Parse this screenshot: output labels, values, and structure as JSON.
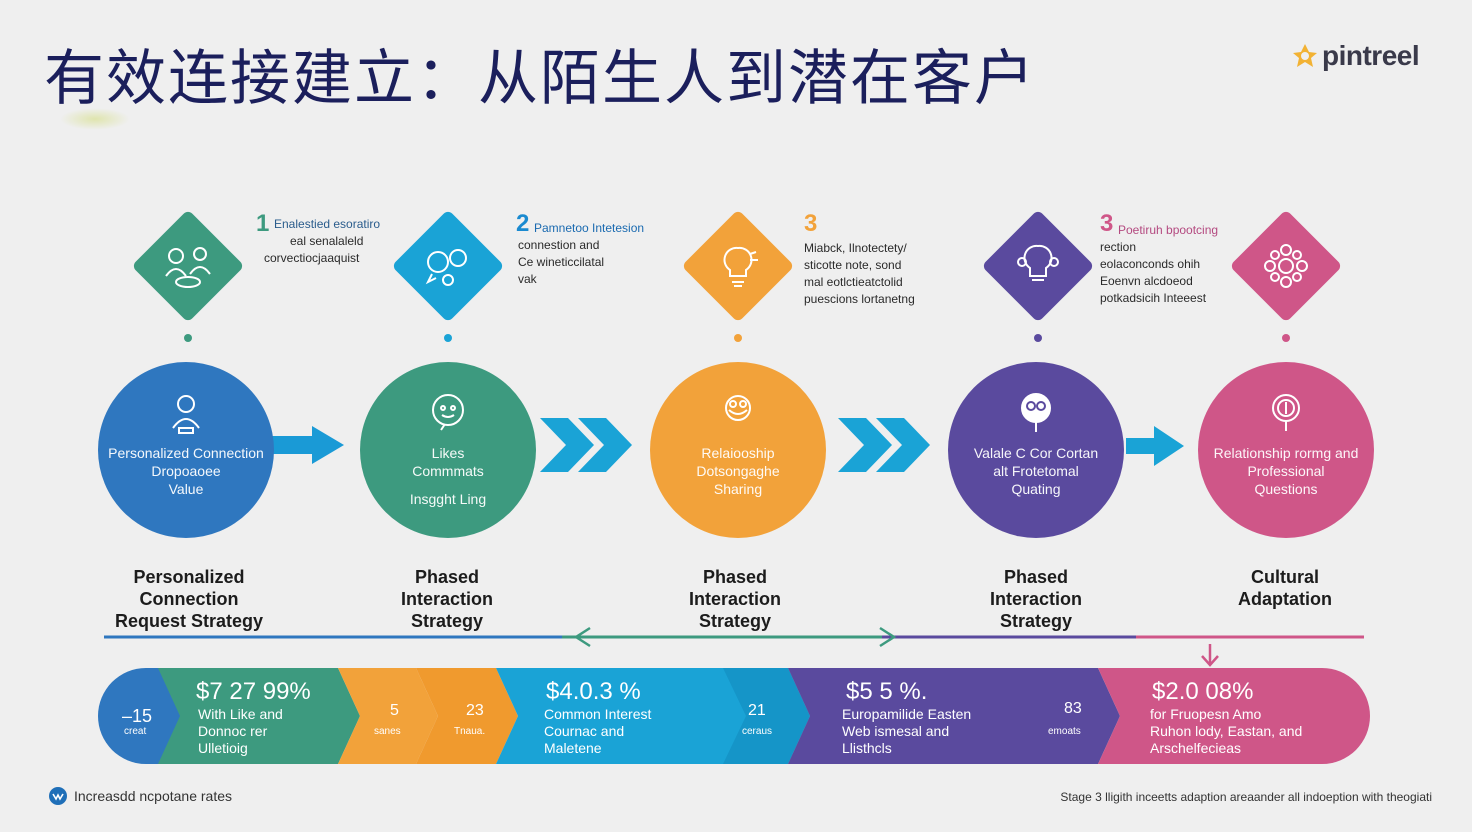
{
  "header": {
    "title": "有效连接建立：从陌生人到潜在客户",
    "logo_text": "pintreel"
  },
  "colors": {
    "blue": "#2f77bf",
    "green": "#3d9a7f",
    "cyan": "#1aa3d6",
    "orange": "#f2a23a",
    "purple": "#5a4a9e",
    "pink": "#cf5688",
    "title": "#1b1f5c"
  },
  "steps": [
    {
      "num": "1",
      "lines": [
        "Enalestied esoratiro",
        "eal senalaleld",
        "corvectiocjaaquist"
      ]
    },
    {
      "num": "2",
      "lines": [
        "Pamnetoo Intetesion",
        "connestion and",
        "Ce wineticcilatal",
        "vak"
      ]
    },
    {
      "num": "3",
      "lines": [
        "Miabck, Ilnotectety/",
        "sticotte note, sond",
        "mal eotlctieatctolid",
        "puescions lortanetng"
      ]
    },
    {
      "num": "3",
      "lines": [
        "Poetiruh bpootcing",
        "rection",
        "eolaconconds ohih",
        "Eoenvn alcdoeod",
        "potkadsicih Inteeest"
      ]
    }
  ],
  "circles": [
    {
      "lines": [
        "Personalized Connection",
        "Dropoaoee",
        "Value"
      ]
    },
    {
      "lines": [
        "Likes",
        "Commmats",
        "Insgght Ling"
      ]
    },
    {
      "lines": [
        "Relaiooship",
        "Dotsongaghe",
        "Sharing"
      ]
    },
    {
      "lines": [
        "Valale C Cor Cortan",
        "alt Frotetomal",
        "Quating"
      ]
    },
    {
      "lines": [
        "Relationship rormg and",
        "Professional",
        "Questions"
      ]
    }
  ],
  "strategies": [
    {
      "lines": [
        "Personalized",
        "Connection",
        "Request Strategy"
      ]
    },
    {
      "lines": [
        "Phased",
        "Interaction",
        "Strategy"
      ]
    },
    {
      "lines": [
        "Phased",
        "Interaction",
        "Strategy"
      ]
    },
    {
      "lines": [
        "Phased",
        "Interaction",
        "Strategy"
      ]
    },
    {
      "lines": [
        "Cultural",
        "Adaptation"
      ]
    }
  ],
  "band": {
    "seg1_top": "–15",
    "seg1_sub": "creat",
    "seg2_big": "$7 27 99%",
    "seg2_lines": [
      "With Like and",
      "Donnoc rer",
      "Ulletioig"
    ],
    "seg3_top": "5",
    "seg3_sub": "sanes",
    "seg4_top": "23",
    "seg4_sub": "Tnaua.",
    "seg5_big": "$4.0.3 %",
    "seg5_lines": [
      "Common Interest",
      "Cournac and",
      "Maletene"
    ],
    "seg6_top": "21",
    "seg6_sub": "ceraus",
    "seg7_big": "$5 5 %.",
    "seg7_lines": [
      "Europamilide Easten",
      "Web ismesal and",
      "Llisthcls"
    ],
    "seg8_top": "83",
    "seg8_sub": "emoats",
    "seg9_big": "$2.0 08%",
    "seg9_lines": [
      "for Fruopesn Amo",
      "Ruhon lody, Eastan, and",
      "Arschelfecieas"
    ]
  },
  "footer": {
    "left": "Increasdd ncpotane rates",
    "right": "Stage 3 lligith inceetts adaption areaander all indoeption with theogiati"
  }
}
